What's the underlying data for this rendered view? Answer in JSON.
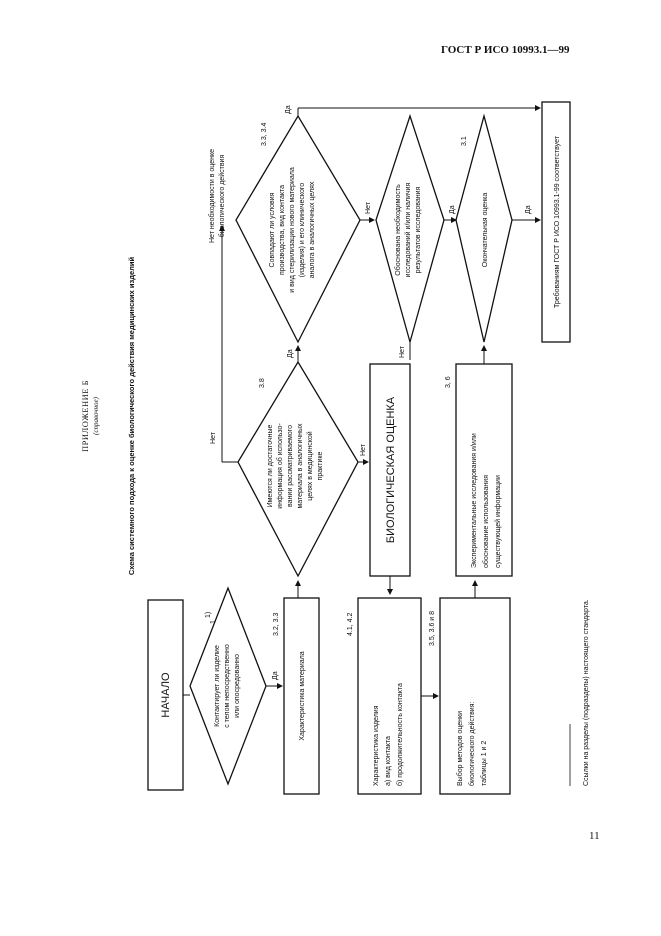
{
  "header": {
    "doc_code": "ГОСТ Р ИСО 10993.1—99"
  },
  "page_number": "11",
  "appendix": {
    "title": "ПРИЛОЖЕНИЕ Б",
    "subtitle": "(справочное)"
  },
  "scheme_title": "Схема системного подхода к оценке биологического действия медицинских изделий",
  "boxes": {
    "start": "НАЧАЛО",
    "material_char": "Характеристика материала",
    "contact_char": [
      "Характеристика изделия",
      "а) вид контакта",
      "б) продолжительность контакта"
    ],
    "bio_eval": "БИОЛОГИЧЕСКАЯ ОЦЕНКА",
    "method_select": [
      "Выбор методов оценки",
      "биологического действия:",
      "таблицы 1 и 2"
    ],
    "experimental": [
      "Экспериментальные исследования и/или",
      "обоснование использования",
      "существующей информации"
    ],
    "requirements": "Требованиям ГОСТ Р ИСО 10993.1-99 соответствует"
  },
  "diamonds": {
    "d1": [
      "Контактирует ли изделие",
      "с телом непосредственно",
      "или опосредованно"
    ],
    "d2": [
      "Имеются ли достаточные",
      "информация об использо-",
      "вании рассматриваемого",
      "материала в аналогичных",
      "целях в медицинской",
      "практике"
    ],
    "d3": [
      "Совпадают ли условия",
      "производства, вид контакта",
      "и вид стерилизации нового материала",
      "(изделия) и его клинического",
      "аналога в аналогичных целях"
    ],
    "d4": [
      "Обоснована необходимость",
      "исследований и/или наличия",
      "результатов исследования"
    ],
    "d5": [
      "Окончательная оценка"
    ]
  },
  "refs": {
    "r1": "1",
    "r2": "3.2, 3.3",
    "r3": "3.8",
    "r4": "3.3, 3.4",
    "r5": "4.1, 4.2",
    "r6": "3.5, 3.6 и 8",
    "r7": "3, 6",
    "r8": "3.1"
  },
  "ref_sup": "1)",
  "labels": {
    "yes": "Да",
    "no": "Нет"
  },
  "no_need_note": [
    "Нет необходимости в оценке",
    "биологического действия"
  ],
  "footnote": {
    "mark": "1)",
    "text": "Ссылки на разделы (подразделы) настоящего стандарта."
  }
}
